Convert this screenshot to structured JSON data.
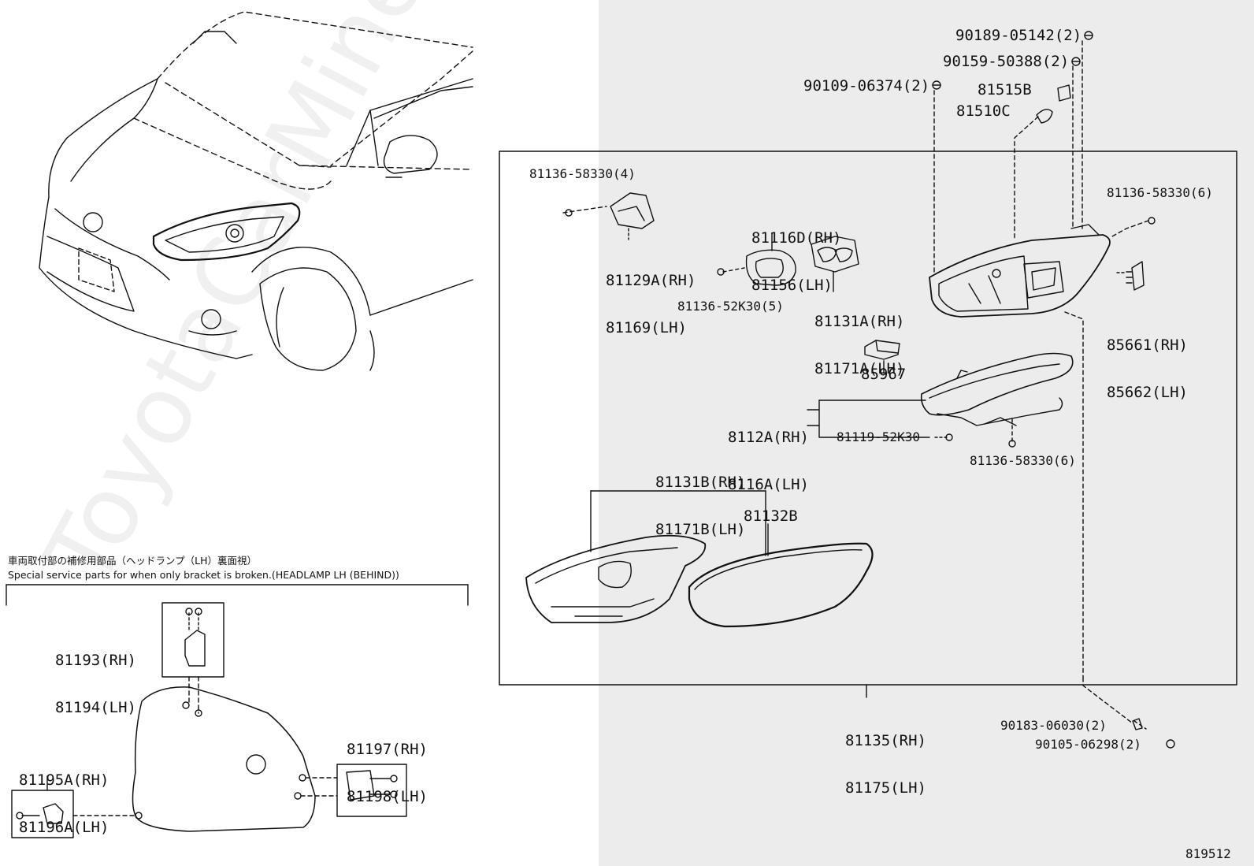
{
  "watermark": "ToyotaCarMine.ru",
  "diagram_number": "819512",
  "note": {
    "japanese": "車両取付部の補修用部品（ヘッドランプ（LH）裏面視）",
    "english": "Special service parts for when only bracket is broken.(HEADLAMP LH (BEHIND))"
  },
  "labels": {
    "p90189": "90189-05142(2)",
    "p90159": "90159-50388(2)",
    "p90109": "90109-06374(2)",
    "p81515": "81515B",
    "p81510": "81510C",
    "p81136_4": "81136-58330(4)",
    "p81136_6a": "81136-58330(6)",
    "p81116d": "81116D(RH)",
    "p81156": "81156(LH)",
    "p81129a": "81129A(RH)",
    "p81169": "81169(LH)",
    "p81136_52k": "81136-52K30(5)",
    "p81131a": "81131A(RH)",
    "p81171a": "81171A(LH)",
    "p85661": "85661(RH)",
    "p85662": "85662(LH)",
    "p85967": "85967",
    "p8112a": "8112A(RH)",
    "p8116a": "8116A(LH)",
    "p81119": "81119-52K30",
    "p81136_6b": "81136-58330(6)",
    "p81131b": "81131B(RH)",
    "p81171b": "81171B(LH)",
    "p81132b": "81132B",
    "p81135": "81135(RH)",
    "p81175": "81175(LH)",
    "p90183": "90183-06030(2)",
    "p90105": "90105-06298(2)",
    "p81193": "81193(RH)",
    "p81194": "81194(LH)",
    "p81197": "81197(RH)",
    "p81198": "81198(LH)",
    "p81195a": "81195A(RH)",
    "p81196a": "81196A(LH)"
  }
}
